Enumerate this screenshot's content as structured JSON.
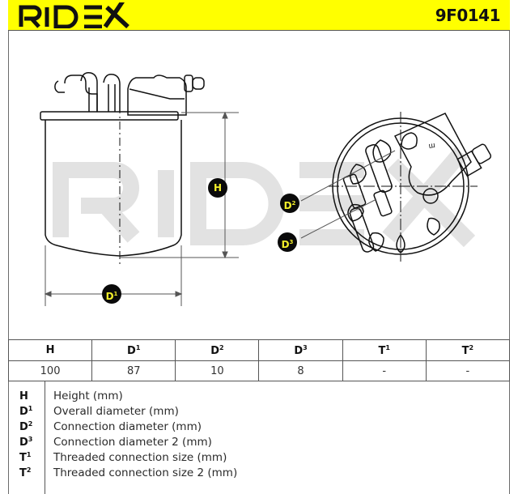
{
  "header": {
    "brand": "RIDEX",
    "part_number": "9F0141",
    "background_color": "#ffff00"
  },
  "drawing": {
    "watermark": "RIDEX",
    "labels": {
      "H": "H",
      "D1": "D",
      "D1_sup": "1",
      "D2": "D",
      "D2_sup": "2",
      "D3": "D",
      "D3_sup": "3"
    },
    "badge_colors": {
      "fill": "#0a0a0a",
      "text": "#f2ee2a"
    }
  },
  "specs_table": {
    "headers": [
      {
        "base": "H",
        "sup": ""
      },
      {
        "base": "D",
        "sup": "1"
      },
      {
        "base": "D",
        "sup": "2"
      },
      {
        "base": "D",
        "sup": "3"
      },
      {
        "base": "T",
        "sup": "1"
      },
      {
        "base": "T",
        "sup": "2"
      }
    ],
    "values": [
      "100",
      "87",
      "10",
      "8",
      "-",
      "-"
    ]
  },
  "legend": [
    {
      "base": "H",
      "sup": "",
      "desc": "Height (mm)"
    },
    {
      "base": "D",
      "sup": "1",
      "desc": "Overall diameter (mm)"
    },
    {
      "base": "D",
      "sup": "2",
      "desc": "Connection diameter (mm)"
    },
    {
      "base": "D",
      "sup": "3",
      "desc": "Connection diameter 2 (mm)"
    },
    {
      "base": "T",
      "sup": "1",
      "desc": "Threaded connection size (mm)"
    },
    {
      "base": "T",
      "sup": "2",
      "desc": "Threaded connection size 2 (mm)"
    }
  ]
}
